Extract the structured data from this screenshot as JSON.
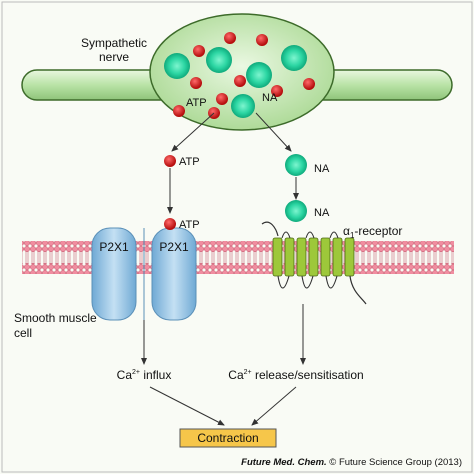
{
  "labels": {
    "nerve_line1": "Sympathetic",
    "nerve_line2": "nerve",
    "atp": "ATP",
    "na": "NA",
    "p2x1_left": "P2X1",
    "p2x1_right": "P2X1",
    "alpha_receptor_prefix": "α",
    "alpha_receptor_sub": "1",
    "alpha_receptor_suffix": "-receptor",
    "smooth_muscle_line1": "Smooth muscle",
    "smooth_muscle_line2": "cell",
    "ca_prefix": "Ca",
    "ca_charge": "2+",
    "ca_influx_suffix": " influx",
    "ca_release_suffix": " release/sensitisation",
    "contraction": "Contraction"
  },
  "credit": {
    "journal": "Future Med. Chem.",
    "copyright": " © Future Science Group (2013)"
  },
  "colors": {
    "nerve_fill": "#b6e0a4",
    "nerve_stroke": "#3d6b2a",
    "vesicle": "#27d3a0",
    "atp_dot": "#d81e1e",
    "membrane": "#ef8fa0",
    "membrane_stroke": "#c94a60",
    "p2x1": "#9ec9e6",
    "receptor": "#9dc83a",
    "contraction_box": "#f6c64a"
  }
}
